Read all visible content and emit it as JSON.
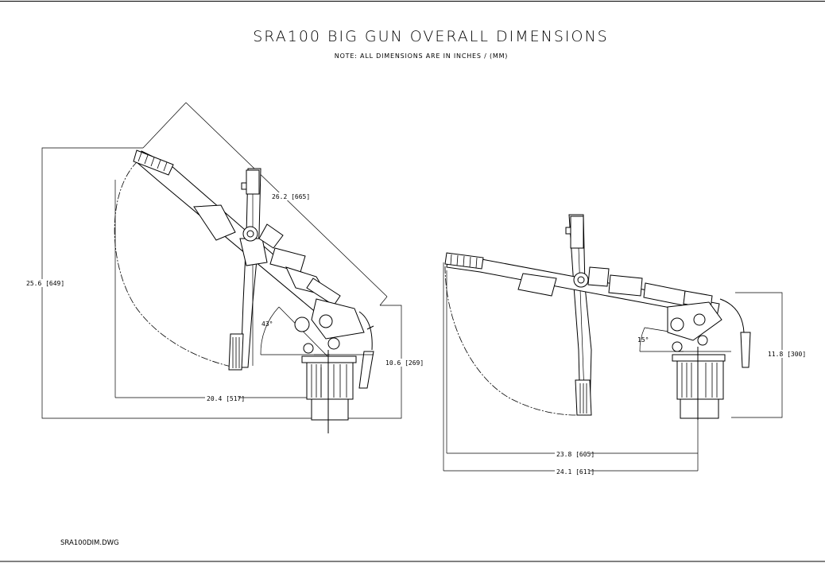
{
  "title": "SRA100 BIG GUN OVERALL DIMENSIONS",
  "note": "NOTE:  ALL DIMENSIONS ARE IN INCHES / (MM)",
  "filename": "SRA100DIM.DWG",
  "left_view": {
    "angle": "43°",
    "dim_diagonal": "26.2 [665]",
    "dim_height": "25.6 [649]",
    "dim_side": "10.6 [269]",
    "dim_width": "20.4 [517]"
  },
  "right_view": {
    "angle": "15°",
    "dim_side": "11.8 [300]",
    "dim_width_inner": "23.8 [605]",
    "dim_width_outer": "24.1 [611]"
  }
}
